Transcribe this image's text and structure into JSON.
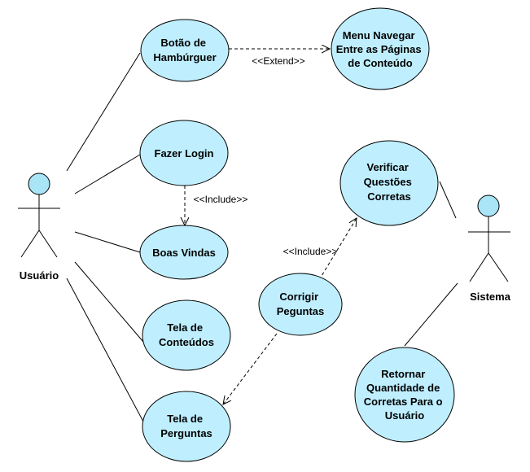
{
  "colors": {
    "usecase_fill": "#bfefff",
    "usecase_stroke": "#000000",
    "actor_head_fill": "#a9e4f7",
    "line": "#000000",
    "background": "#ffffff"
  },
  "actors": {
    "user": {
      "label": "Usuário"
    },
    "system": {
      "label": "Sistema"
    }
  },
  "use_cases": {
    "hamburger": {
      "lines": [
        "Botão de",
        "Hambúrguer"
      ]
    },
    "menu": {
      "lines": [
        "Menu Navegar",
        "Entre as Páginas",
        "de Conteúdo"
      ]
    },
    "login": {
      "lines": [
        "Fazer Login"
      ]
    },
    "welcome": {
      "lines": [
        "Boas Vindas"
      ]
    },
    "content": {
      "lines": [
        "Tela de",
        "Conteúdos"
      ]
    },
    "questions": {
      "lines": [
        "Tela de",
        "Perguntas"
      ]
    },
    "correct": {
      "lines": [
        "Corrigir",
        "Peguntas"
      ]
    },
    "verify": {
      "lines": [
        "Verificar",
        "Questões",
        "Corretas"
      ]
    },
    "count": {
      "lines": [
        "Retornar",
        "Quantidade de",
        "Corretas Para o",
        "Usuário"
      ]
    }
  },
  "relations": {
    "extend": {
      "label": "<<Extend>>"
    },
    "include_login": {
      "label": "<<Include>>"
    },
    "include_verify": {
      "label": "<<Include>>"
    }
  }
}
